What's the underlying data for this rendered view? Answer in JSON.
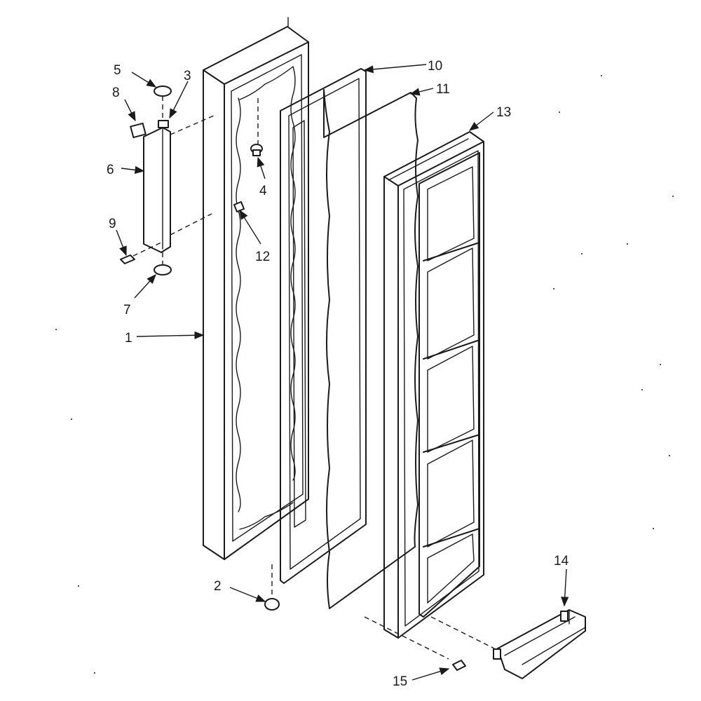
{
  "labels": {
    "p1": "1",
    "p2": "2",
    "p3": "3",
    "p4": "4",
    "p5": "5",
    "p6": "6",
    "p7": "7",
    "p8": "8",
    "p9": "9",
    "p10": "10",
    "p11": "11",
    "p12": "12",
    "p13": "13",
    "p14": "14",
    "p15": "15"
  },
  "colors": {
    "ink": "#1a1a1a",
    "paper": "#ffffff"
  }
}
